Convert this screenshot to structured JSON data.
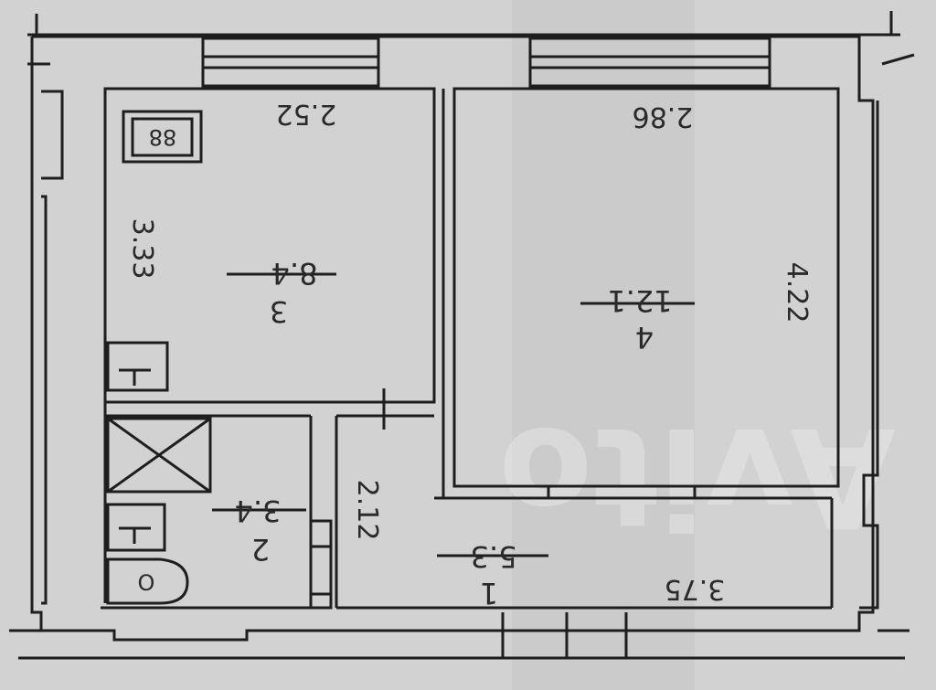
{
  "plan": {
    "watermark": "Avito",
    "rooms": [
      {
        "number": "1",
        "area": "5.3"
      },
      {
        "number": "2",
        "area": "3.4"
      },
      {
        "number": "3",
        "area": "8.4"
      },
      {
        "number": "4",
        "area": "12.1"
      }
    ],
    "dimensions": {
      "kitchen_width": "2.52",
      "kitchen_depth": "3.33",
      "room_width": "2.86",
      "room_depth": "4.22",
      "bath_depth": "2.12",
      "hall_width": "3.75"
    },
    "fixtures": {
      "stove": "88"
    }
  },
  "colors": {
    "paper": "#cfcfcf",
    "wall": "#1e1e1e",
    "ink": "#2a2a2a"
  }
}
